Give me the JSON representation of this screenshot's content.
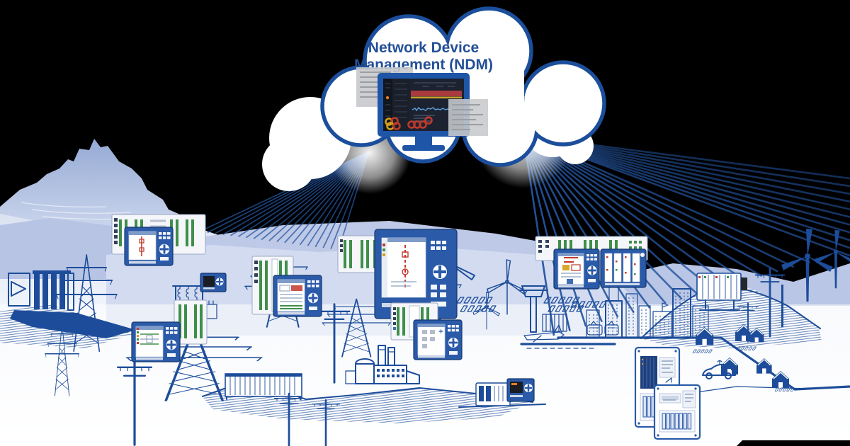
{
  "title": {
    "line1": "Network Device",
    "line2": "Management (NDM)",
    "full": "Network Device Management (NDM)"
  },
  "colors": {
    "background": "#000000",
    "cloud_fill": "#ffffff",
    "cloud_border": "#1b4e9b",
    "title_text": "#234f97",
    "line_art_blue": "#1d4d9a",
    "ray_blue": "#24549f",
    "mountain_fill": "#a2b3d9",
    "ridge_fill": "#b7c4e4",
    "hill_fill": "#cdd7ee",
    "device_panel_blue": "#2a5aa8",
    "terminal_green": "#3f8f4a",
    "screen_dark": "#1c2230",
    "alert_band_red": "#a93a3e",
    "warning_line_yellow": "#caa12c",
    "trend_line_blue": "#5b9bd5",
    "gauge_ring_yellow": "#d4a017",
    "gauge_ring_red": "#c0392b",
    "panel_gray": "#c7c9cc"
  },
  "cloud": {
    "label": "Network Device Management (NDM)",
    "monitor_widgets": [
      "alert-band",
      "warning-line",
      "trend-sparkline",
      "status-ring-gauges",
      "device-list",
      "side-panels"
    ]
  },
  "scene": {
    "elements": [
      "ndm-cloud",
      "management-monitor",
      "connection-rays-left",
      "connection-rays-right",
      "mountain",
      "hydro-dam",
      "transmission-pylons",
      "substation-portal",
      "protection-relay-rack-A",
      "relay-hmi-A",
      "protection-relay-rack-B",
      "relay-hmi-B",
      "protection-relay-rack-C",
      "relay-hmi-C",
      "large-relay-hmi-D",
      "relay-rack-D",
      "relay-cluster-E",
      "relay-rack-F",
      "relay-hmi-F",
      "din-rail-rtu-G",
      "compact-rtu-I",
      "mini-hmi-J",
      "grid-cabinet-K1",
      "grid-cabinet-K2",
      "cabinet-row",
      "factory",
      "wind-turbines-center",
      "solar-field-left",
      "solar-field-right",
      "airport-tower",
      "airport-terminal",
      "airplane",
      "city-skyline",
      "trams",
      "houses",
      "electric-car",
      "wind-turbines-right",
      "utility-poles"
    ]
  }
}
